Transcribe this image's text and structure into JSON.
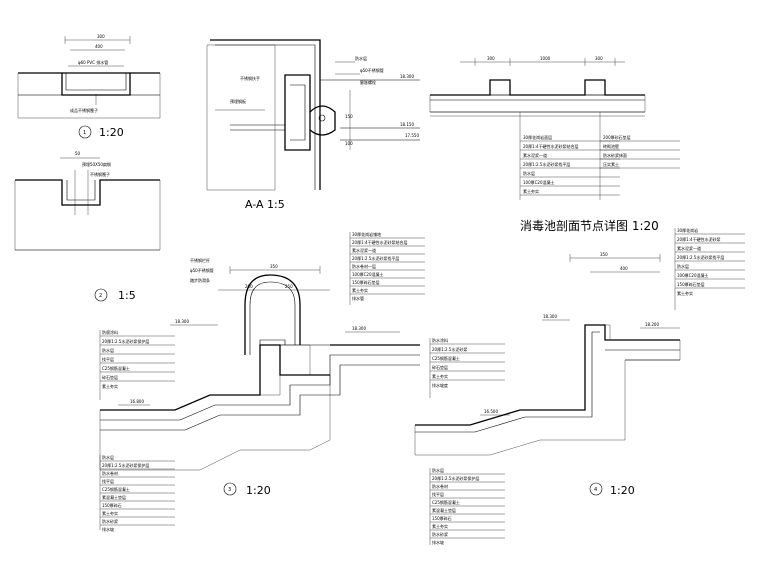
{
  "detail1": {
    "number": "1",
    "scale": "1:20",
    "dims": [
      "300",
      "400"
    ],
    "notes": [
      "φ60 PVC 排水管",
      "成品不锈钢篦子"
    ]
  },
  "detail2": {
    "number": "2",
    "scale": "1:5",
    "dims": [
      "50"
    ],
    "notes": [
      "预埋50X50扁钢",
      "不锈钢篦子"
    ]
  },
  "sectionAA": {
    "title": "A-A 1:5",
    "notes": [
      "不锈钢扶手",
      "预埋钢板",
      "防水层",
      "φ50不锈钢管",
      "膨胀螺栓"
    ],
    "levels": [
      "18.300",
      "18.150",
      "17.550"
    ],
    "dims": [
      "150",
      "100"
    ]
  },
  "disinfect": {
    "title": "消毒池剖面节点详图 1:20",
    "dims": [
      "300",
      "1000",
      "300"
    ],
    "layers": [
      "30厚花岗岩面层",
      "20厚1:4干硬性水泥砂浆结合层",
      "素水泥浆一道",
      "20厚1:2.5水泥砂浆找平层",
      "防水层",
      "100厚C20混凝土",
      "素土夯实",
      "200厚砂石垫层",
      "砖砌池壁",
      "防水砂浆抹面",
      "压实素土"
    ]
  },
  "detail3": {
    "number": "3",
    "scale": "1:20",
    "dims": [
      "350",
      "200",
      "250"
    ],
    "levels": [
      "18.300",
      "18.300",
      "16.800"
    ],
    "topNotes": [
      "不锈钢栏杆",
      "φ50不锈钢管",
      "踏步防滑条"
    ],
    "rightNotes": [
      "30厚花岗岩铺地",
      "20厚1:4干硬性水泥砂浆结合层",
      "素水泥浆一道",
      "20厚1:2.5水泥砂浆找平层",
      "防水卷材一层",
      "100厚C20混凝土",
      "150厚碎石垫层",
      "素土夯实",
      "排水管"
    ],
    "leftNotes": [
      "防腐涂料",
      "20厚1:2.5水泥砂浆保护层",
      "防水层",
      "找平层",
      "C25钢筋混凝土",
      "碎石垫层",
      "素土夯实"
    ],
    "bottomNotes": [
      "防水层",
      "20厚1:2.5水泥砂浆保护层",
      "防水卷材",
      "找平层",
      "C25钢筋混凝土",
      "素混凝土垫层",
      "150厚碎石",
      "素土夯实",
      "防水砂浆",
      "排水坡"
    ]
  },
  "detail4": {
    "number": "4",
    "scale": "1:20",
    "dims": [
      "350",
      "400"
    ],
    "levels": [
      "18.300",
      "18.200",
      "16.500"
    ],
    "topNotes": [
      "30厚花岗岩",
      "20厚1:4干硬性水泥砂浆",
      "素水泥浆一道",
      "20厚1:2.5水泥砂浆找平层",
      "防水层",
      "100厚C20混凝土",
      "150厚碎石垫层",
      "素土夯实"
    ],
    "leftNotes": [
      "防水涂料",
      "20厚1:2.5水泥砂浆",
      "C25钢筋混凝土",
      "碎石垫层",
      "素土夯实",
      "排水坡度"
    ],
    "bottomNotes": [
      "防水层",
      "20厚1:2.5水泥砂浆保护层",
      "防水卷材",
      "找平层",
      "C25钢筋混凝土",
      "素混凝土垫层",
      "150厚碎石",
      "素土夯实",
      "防水砂浆",
      "排水坡"
    ]
  }
}
